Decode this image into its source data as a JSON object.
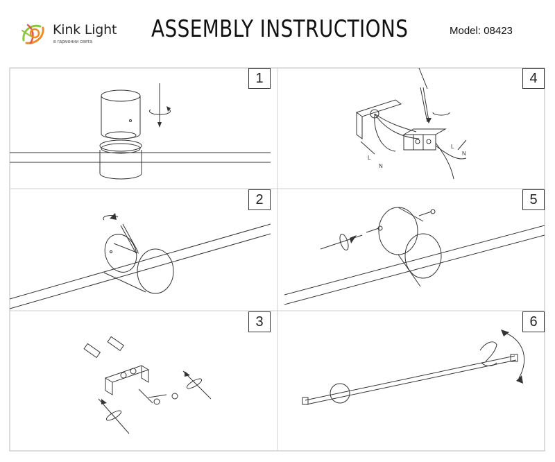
{
  "header": {
    "brand": "Kink Light",
    "tagline": "в гармонии света",
    "title": "ASSEMBLY INSTRUCTIONS",
    "model": "Model: 08423"
  },
  "steps": [
    {
      "number": "1"
    },
    {
      "number": "2"
    },
    {
      "number": "3"
    },
    {
      "number": "4"
    },
    {
      "number": "5"
    },
    {
      "number": "6"
    }
  ],
  "wiring_labels": {
    "live_left": "L",
    "neutral_left": "N",
    "live_right": "L",
    "neutral_right": "N"
  },
  "colors": {
    "line": "#333333",
    "divider": "#cfcfcf",
    "logo_orange": "#f08a24",
    "logo_green": "#8cc63f",
    "logo_red": "#e2574c"
  }
}
